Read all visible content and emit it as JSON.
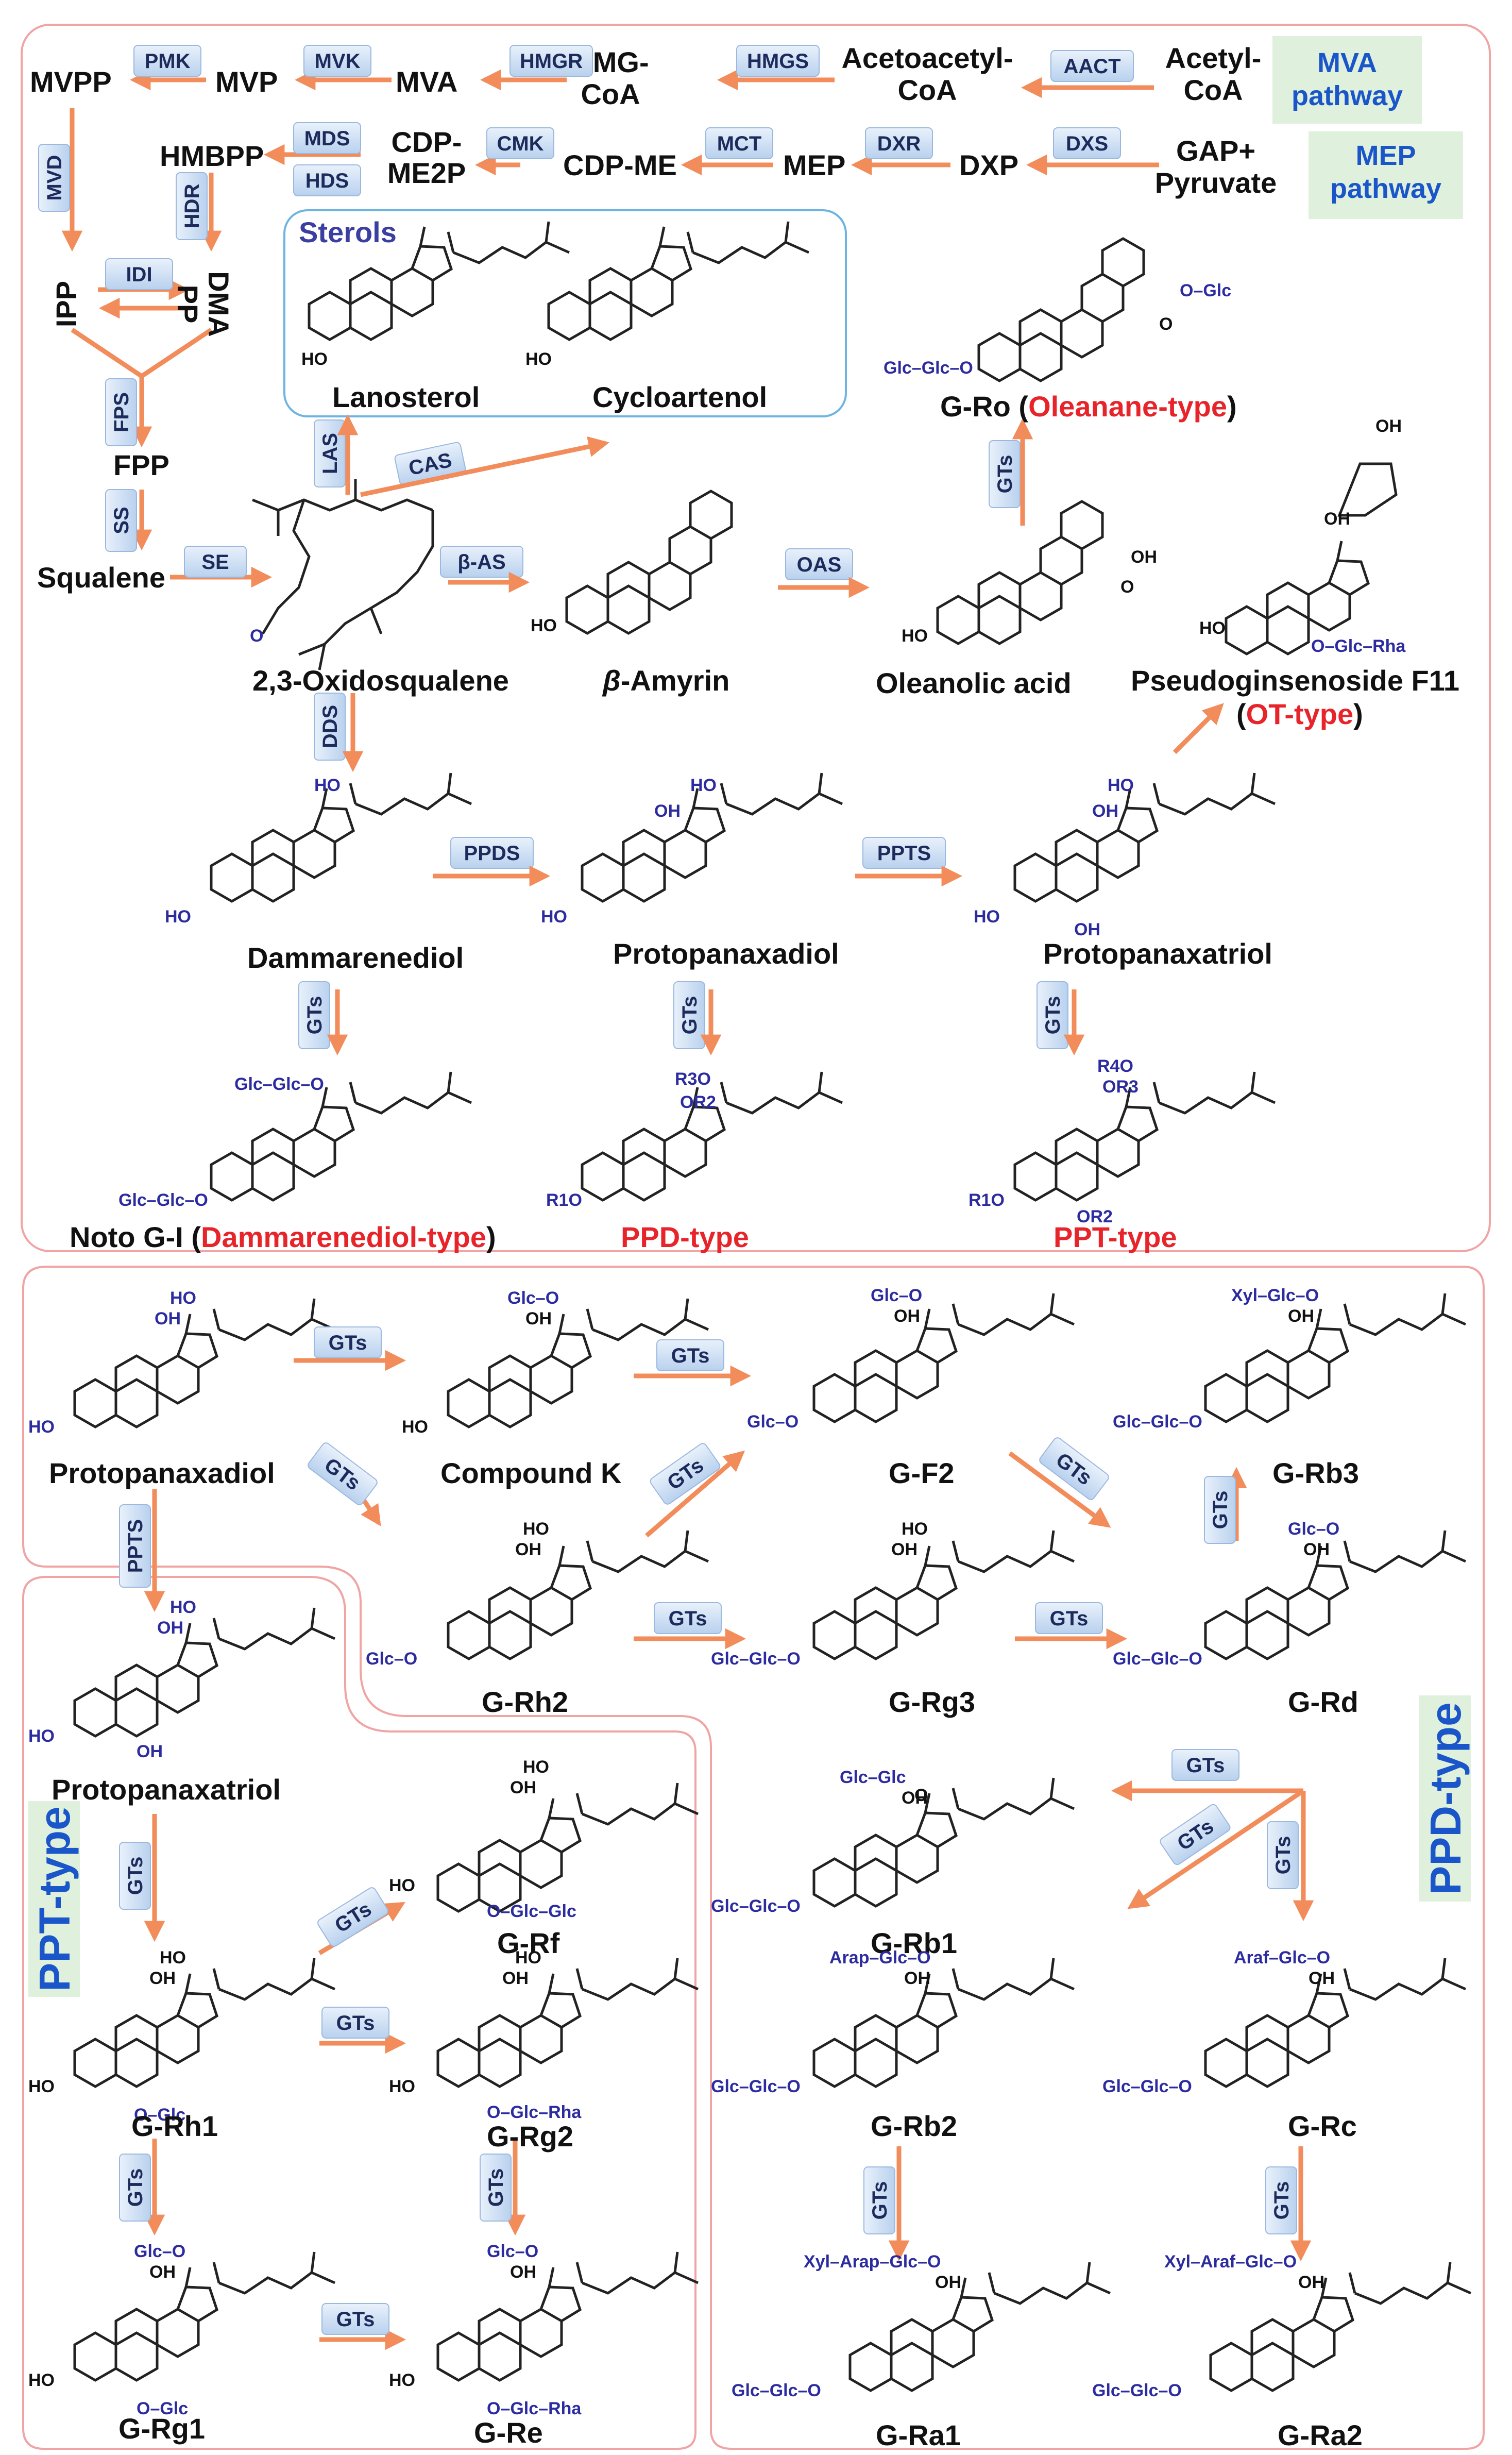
{
  "pathways": {
    "mva": "MVA pathway",
    "mep": "MEP pathway"
  },
  "top": {
    "mvpp": "MVPP",
    "mvp": "MVP",
    "mva": "MVA",
    "hmg_coa": "HMG-CoA",
    "acetoacetyl_coa": "Acetoacetyl-CoA",
    "acetyl_coa": "Acetyl-CoA",
    "hmbpp": "HMBPP",
    "cdp_me2p": "CDP-ME2P",
    "cdp_me": "CDP-ME",
    "mep": "MEP",
    "dxp": "DXP",
    "gap_pyruvate": "GAP+ Pyruvate",
    "ipp": "IPP",
    "dmapp": "DMAPP",
    "fpp": "FPP",
    "squalene": "Squalene",
    "oxidosqualene": "2,3-Oxidosqualene",
    "sterols": "Sterols",
    "lanosterol": "Lanosterol",
    "cycloartenol": "Cycloartenol",
    "beta_amyrin": "β-Amyrin",
    "oleanolic_acid": "Oleanolic acid",
    "g_ro": "G-Ro",
    "oleanane_type": "Oleanane-type",
    "pf11": "Pseudoginsenoside F11",
    "ot_type": "OT-type",
    "dammarenediol": "Dammarenediol",
    "protopanaxadiol": "Protopanaxadiol",
    "protopanaxatriol": "Protopanaxatriol",
    "noto_gi": "Noto G-I",
    "dammarenediol_type": "Dammarenediol-type",
    "ppd_type": "PPD-type",
    "ppt_type": "PPT-type"
  },
  "enzymes": {
    "pmk": "PMK",
    "mvk": "MVK",
    "hmgr": "HMGR",
    "hmgs": "HMGS",
    "aact": "AACT",
    "mvd": "MVD",
    "mds": "MDS",
    "hds": "HDS",
    "cmk": "CMK",
    "mct": "MCT",
    "dxr": "DXR",
    "dxs": "DXS",
    "hdr": "HDR",
    "idi": "IDI",
    "fps": "FPS",
    "ss": "SS",
    "se": "SE",
    "las": "LAS",
    "cas": "CAS",
    "b_as": "β-AS",
    "oas": "OAS",
    "dds": "DDS",
    "ppds": "PPDS",
    "ppts": "PPTS",
    "gts": "GTs"
  },
  "bottom": {
    "protopanaxadiol": "Protopanaxadiol",
    "compound_k": "Compound K",
    "g_f2": "G-F2",
    "g_rb3": "G-Rb3",
    "g_rh2": "G-Rh2",
    "g_rg3": "G-Rg3",
    "g_rd": "G-Rd",
    "protopanaxatriol": "Protopanaxatriol",
    "g_rf": "G-Rf",
    "g_rh1": "G-Rh1",
    "g_rg2": "G-Rg2",
    "g_rg1": "G-Rg1",
    "g_re": "G-Re",
    "g_rb1": "G-Rb1",
    "g_rb2": "G-Rb2",
    "g_rc": "G-Rc",
    "g_ra1": "G-Ra1",
    "g_ra2": "G-Ra2",
    "ppd_type": "PPD-type",
    "ppt_type": "PPT-type"
  },
  "substituents": {
    "glc_glc_o": "Glc–Glc–O",
    "o_glc": "O–Glc",
    "glc_o": "Glc–O",
    "xyl_glc_o": "Xyl–Glc–O",
    "o_glc_glc": "O–Glc–Glc",
    "o_glc_rha": "O–Glc–Rha",
    "glc_glc": "Glc–Glc",
    "arap_glc_o": "Arap–Glc–O",
    "araf_glc_o": "Araf–Glc–O",
    "xyl_arap_glc_o": "Xyl–Arap–Glc–O",
    "xyl_araf_glc_o": "Xyl–Araf–Glc–O",
    "o_glc_ester": "O–Glc",
    "r3o": "R3O",
    "or2": "OR2",
    "r1o": "R1O",
    "r4o": "R4O",
    "or3": "OR3",
    "oh": "OH",
    "ho": "HO"
  },
  "colors": {
    "arrow": "#f28c5a",
    "enzyme_fill": "#cfe0f5",
    "enzyme_text": "#1d2b5c",
    "panel_border": "#f1a4a4",
    "sterol_border": "#6cb5e0",
    "pathway_box": "#dff0dc",
    "label_red": "#e8242b",
    "label_blue": "#1a56c9"
  }
}
